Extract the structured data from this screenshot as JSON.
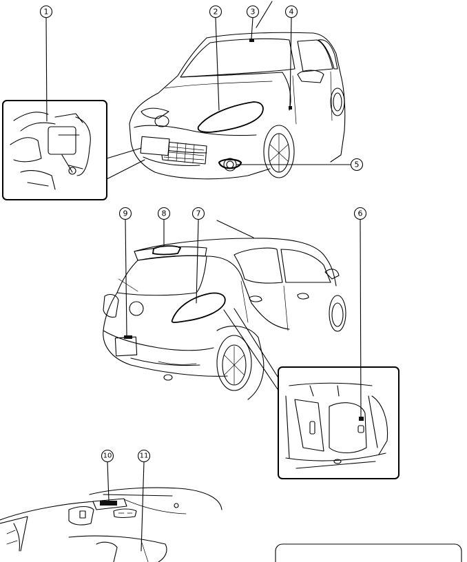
{
  "callouts": [
    {
      "id": "1",
      "label": "1"
    },
    {
      "id": "2",
      "label": "2"
    },
    {
      "id": "3",
      "label": "3"
    },
    {
      "id": "4",
      "label": "4"
    },
    {
      "id": "5",
      "label": "5"
    },
    {
      "id": "6",
      "label": "6"
    },
    {
      "id": "7",
      "label": "7"
    },
    {
      "id": "8",
      "label": "8"
    },
    {
      "id": "9",
      "label": "9"
    },
    {
      "id": "10",
      "label": "10"
    },
    {
      "id": "11",
      "label": "11"
    }
  ],
  "icons": {
    "front_car": "car-front-view-icon",
    "rear_car": "car-rear-view-icon",
    "interior": "car-interior-ceiling-icon"
  }
}
